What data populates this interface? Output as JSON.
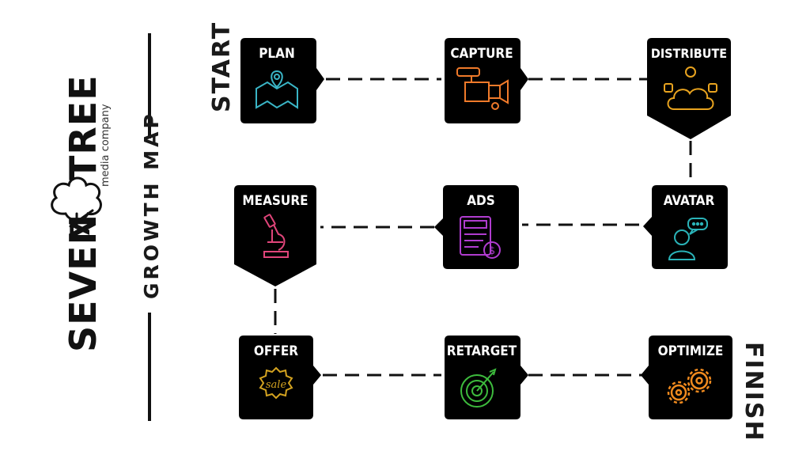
{
  "brand": {
    "name_left": "SEVEN",
    "name_mid": "7",
    "name_right": "TREE",
    "tagline": "media company"
  },
  "map_title": "GROWTH MAP",
  "start_label": "START",
  "finish_label": "FINISH",
  "steps": [
    {
      "id": "plan",
      "label": "PLAN",
      "icon": "map-icon",
      "color": "#3ab5c6"
    },
    {
      "id": "capture",
      "label": "CAPTURE",
      "icon": "video-camera-icon",
      "color": "#f07a2a"
    },
    {
      "id": "distribute",
      "label": "DISTRIBUTE",
      "icon": "cloud-media-icon",
      "color": "#e8a31f"
    },
    {
      "id": "measure",
      "label": "MEASURE",
      "icon": "microscope-icon",
      "color": "#e0457a"
    },
    {
      "id": "ads",
      "label": "ADS",
      "icon": "calculator-dollar-icon",
      "color": "#b03ccf"
    },
    {
      "id": "avatar",
      "label": "AVATAR",
      "icon": "person-chat-icon",
      "color": "#2ab3b8"
    },
    {
      "id": "offer",
      "label": "OFFER",
      "icon": "sale-badge-icon",
      "color": "#d4a320"
    },
    {
      "id": "retarget",
      "label": "RETARGET",
      "icon": "target-icon",
      "color": "#3dbb3d"
    },
    {
      "id": "optimize",
      "label": "OPTIMIZE",
      "icon": "gears-icon",
      "color": "#f08a1e"
    }
  ],
  "colors": {
    "box": "#000000",
    "line": "#111111",
    "text": "#ffffff"
  }
}
